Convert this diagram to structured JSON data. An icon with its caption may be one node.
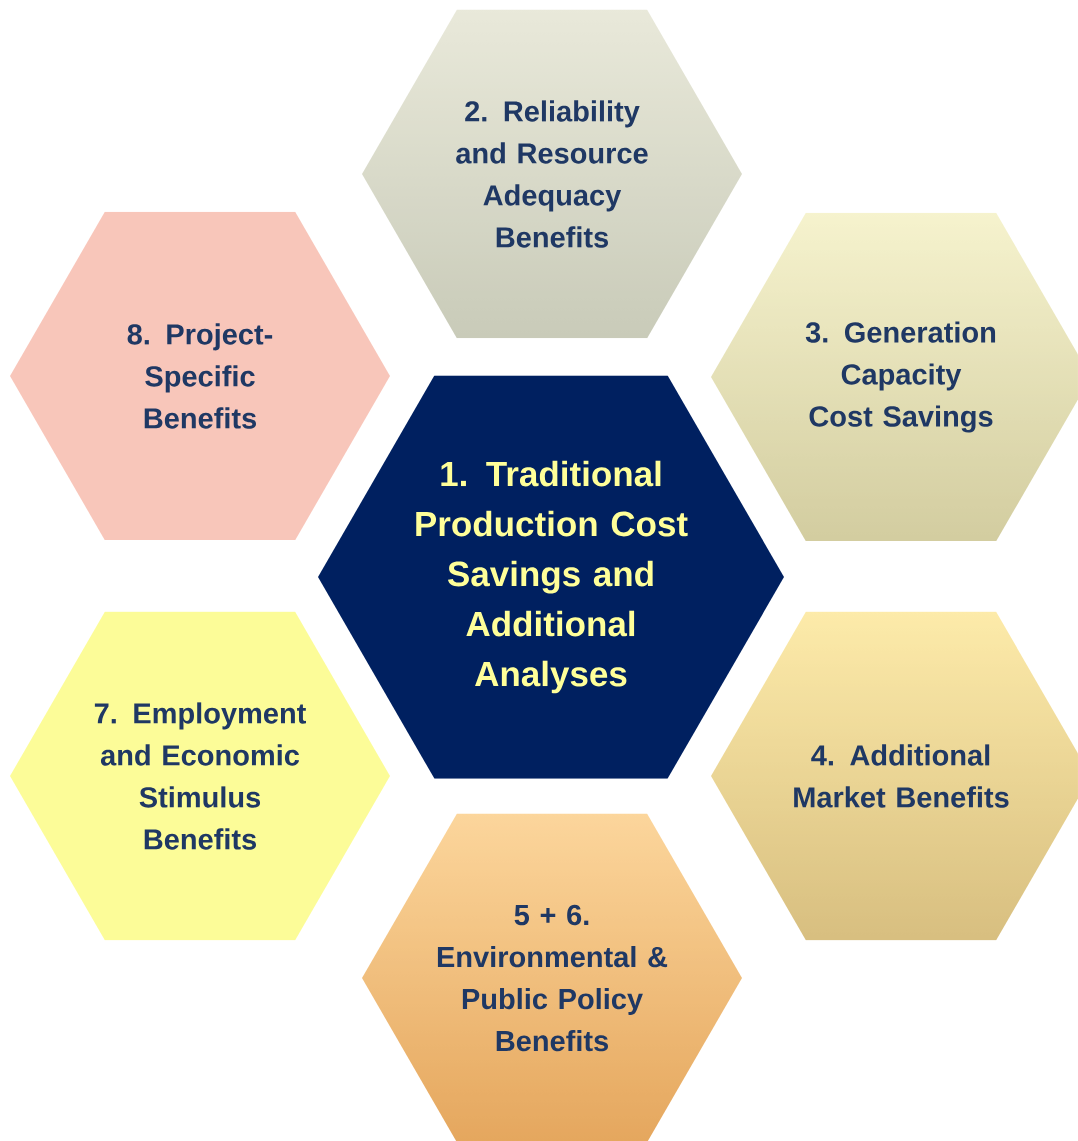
{
  "diagram": {
    "nodes": [
      {
        "text": [
          "2. Reliability and Resource Adequacy Benefits"
        ]
      },
      {
        "text": [
          "8. Project-Specific Benefits"
        ]
      },
      {
        "text": [
          "3. Generation Capacity Cost Savings"
        ]
      },
      {
        "text": [
          "1. Traditional Production Cost Savings and Additional Analyses"
        ]
      },
      {
        "text": [
          "7. Employment and Economic Stimulus Benefits"
        ]
      },
      {
        "text": [
          "4. Additional Market Benefits"
        ]
      },
      {
        "text": [
          "5 + 6. Environmental & Public Policy Benefits"
        ]
      }
    ]
  }
}
